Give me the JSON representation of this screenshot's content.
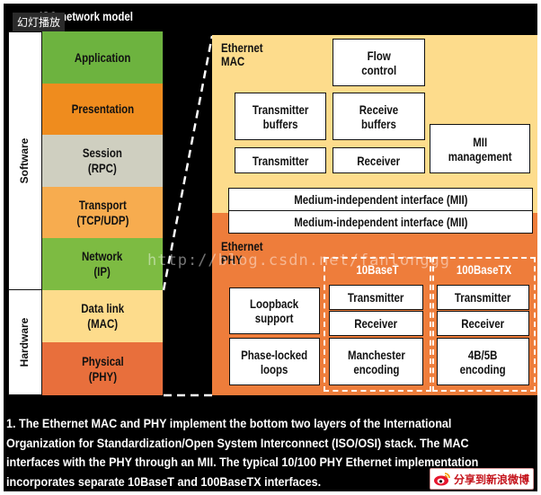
{
  "watermark_badge": "幻灯播放",
  "diagram": {
    "osi_title": "ISO network model",
    "side_labels": {
      "software": "Software",
      "hardware": "Hardware"
    },
    "layers": [
      {
        "name": "Application",
        "color": "#6db33f"
      },
      {
        "name": "Presentation",
        "color": "#ef8c1e"
      },
      {
        "name": "Session",
        "sub": "(RPC)",
        "color": "#cfcfc0"
      },
      {
        "name": "Transport",
        "sub": "(TCP/UDP)",
        "color": "#f7ac4f"
      },
      {
        "name": "Network",
        "sub": "(IP)",
        "color": "#7dbb42"
      },
      {
        "name": "Data link",
        "sub": "(MAC)",
        "color": "#fddc8c"
      },
      {
        "name": "Physical",
        "sub": "(PHY)",
        "color": "#e86f3c"
      }
    ],
    "mac": {
      "title_1": "Ethernet",
      "title_2": "MAC",
      "color": "#fddc8c",
      "flow_control": [
        "Flow",
        "control"
      ],
      "transmitter_buffers": [
        "Transmitter",
        "buffers"
      ],
      "receiver_buffers": [
        "Receive",
        "buffers"
      ],
      "transmitter": "Transmitter",
      "receiver": "Receiver",
      "mii_management": [
        "MII",
        "management"
      ]
    },
    "mii_bars": [
      "Medium-independent interface (MII)",
      "Medium-independent interface (MII)"
    ],
    "phy": {
      "title_1": "Ethernet",
      "title_2": "PHY",
      "color": "#ee7d3b",
      "loopback": [
        "Loopback",
        "support"
      ],
      "pll": [
        "Phase-locked",
        "loops"
      ],
      "group_10": {
        "title": "10BaseT",
        "transmitter": "Transmitter",
        "receiver": "Receiver",
        "encoding": [
          "Manchester",
          "encoding"
        ]
      },
      "group_100": {
        "title": "100BaseTX",
        "transmitter": "Transmitter",
        "receiver": "Receiver",
        "encoding": [
          "4B/5B",
          "encoding"
        ]
      }
    }
  },
  "caption": {
    "line1": "1. The Ethernet MAC and PHY implement the bottom two layers of the International",
    "line2": "Organization for Standardization/Open System Interconnect (ISO/OSI) stack. The MAC",
    "line3": "interfaces with the PHY through an MII. The typical 10/100 PHY Ethernet implementation",
    "line4": "incorporates separate 10BaseT and 100BaseTX interfaces."
  },
  "watermark": "http://blog.csdn.net/fanlonggg",
  "share_button": "分享到新浪微博"
}
